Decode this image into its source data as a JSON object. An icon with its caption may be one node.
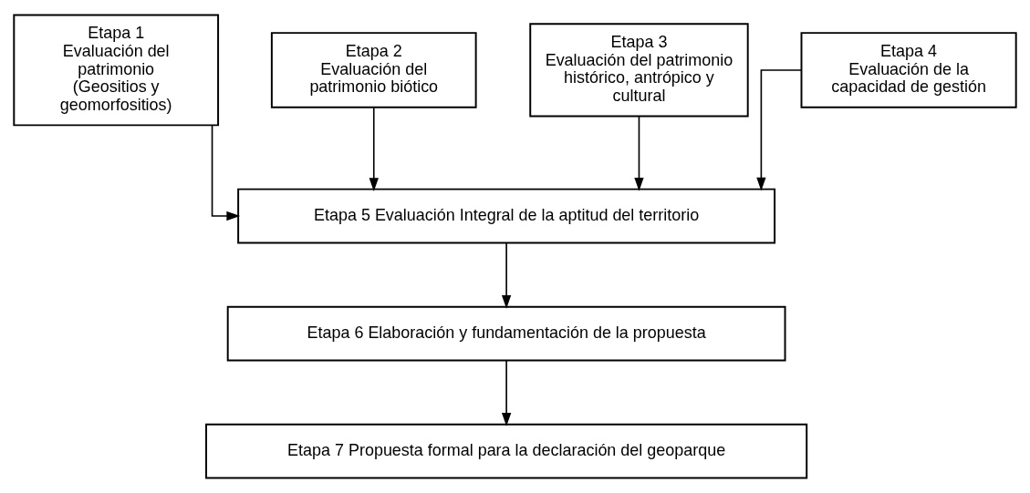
{
  "diagram": {
    "nodes": [
      {
        "text": [
          "Etapa 1",
          "Evaluación del patrimonio (Geositios y geomorfositios)"
        ]
      },
      {
        "text": [
          "Etapa 2",
          "Evaluación del patrimonio biótico"
        ]
      },
      {
        "text": [
          "Etapa 3",
          "Evaluación del patrimonio histórico, antrópico y cultural"
        ]
      },
      {
        "text": [
          "Etapa 4",
          "Evaluación de la capacidad de gestión"
        ]
      },
      {
        "text": [
          "Etapa 5 Evaluación Integral de la aptitud del territorio"
        ]
      },
      {
        "text": [
          "Etapa 6 Elaboración y fundamentación de la propuesta"
        ]
      },
      {
        "text": [
          "Etapa 7 Propuesta formal para la declaración del geoparque"
        ]
      }
    ],
    "edges": [
      {
        "from": 0,
        "to": 4,
        "arrow": "to"
      },
      {
        "from": 1,
        "to": 4,
        "arrow": "to"
      },
      {
        "from": 2,
        "to": 4,
        "arrow": "to"
      },
      {
        "from": 3,
        "to": 4,
        "arrow": "to"
      },
      {
        "from": 4,
        "to": 5,
        "arrow": "to"
      },
      {
        "from": 5,
        "to": 6,
        "arrow": "to"
      }
    ]
  }
}
